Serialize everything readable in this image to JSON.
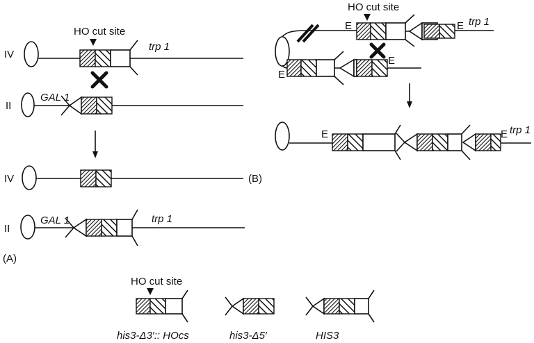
{
  "panel_a": {
    "label": "(A)",
    "cut_label": "HO cut site",
    "top_chrom": "IV",
    "top_gene": "trp 1",
    "mid_chrom": "II",
    "mid_gene": "GAL 1",
    "res1_chrom": "IV",
    "res2_chrom": "II",
    "res2_left_gene": "GAL 1",
    "res2_right_gene": "trp 1"
  },
  "panel_b": {
    "label": "(B)",
    "cut_label": "HO cut site",
    "top_gene": "trp 1",
    "e1": "E",
    "e2": "E",
    "e3": "E",
    "e4": "E",
    "res_e1": "E",
    "res_e2": "E",
    "res_gene": "trp 1"
  },
  "legend": {
    "cut_label": "HO cut site",
    "item1": "his3-Δ3′:: HOcs",
    "item2": "his3-Δ5′",
    "item3": "HIS3"
  }
}
